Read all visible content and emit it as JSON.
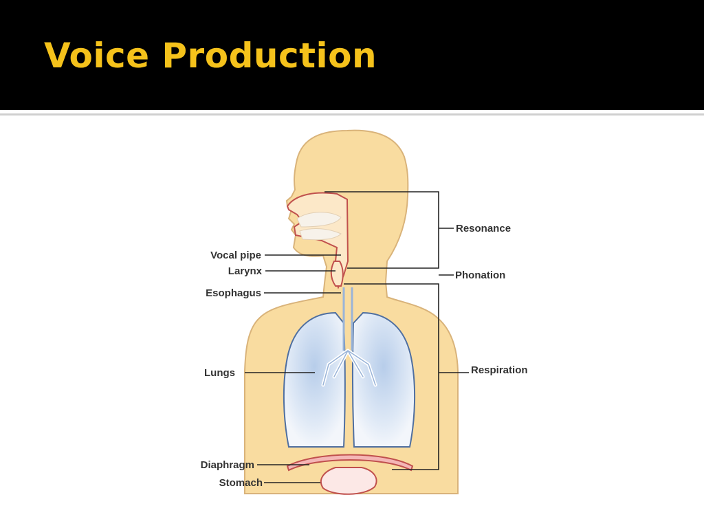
{
  "slide": {
    "title": "Voice Production"
  },
  "diagram": {
    "left_labels": {
      "vocal_pipe": "Vocal pipe",
      "larynx": "Larynx",
      "esophagus": "Esophagus",
      "lungs": "Lungs",
      "diaphragm": "Diaphragm",
      "stomach": "Stomach"
    },
    "right_labels": {
      "resonance": "Resonance",
      "phonation": "Phonation",
      "respiration": "Respiration"
    },
    "colors": {
      "title_text": "#f5c21b",
      "title_bar": "#000000",
      "body": "#f9dca0",
      "body_outline": "#d9b37a",
      "lungs": "#c9dbf0",
      "tract": "#c0504d"
    }
  }
}
